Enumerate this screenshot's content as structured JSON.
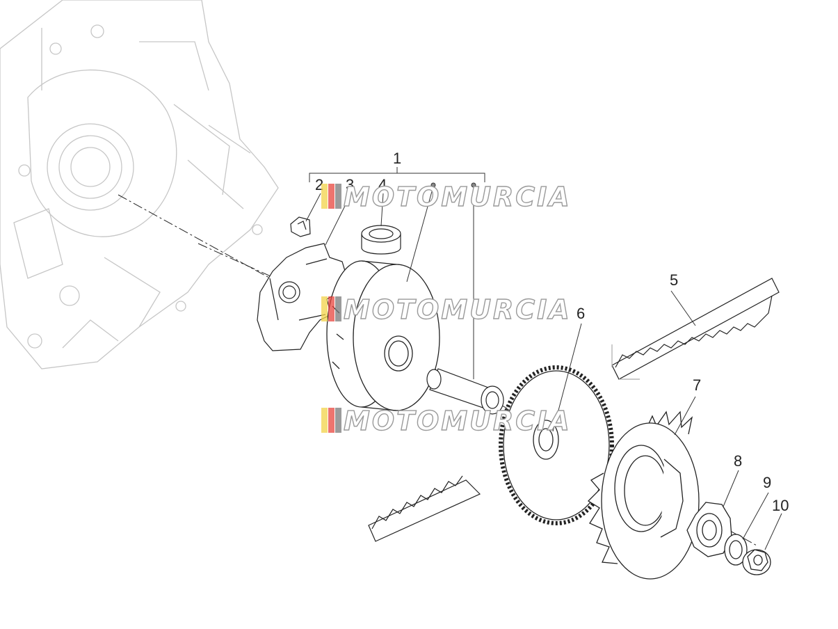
{
  "diagram": {
    "callouts": {
      "c1": "1",
      "c2": "2",
      "c3": "3",
      "c4": "4",
      "c5": "5",
      "c6": "6",
      "c7": "7",
      "c8": "8",
      "c9": "9",
      "c10": "10"
    },
    "watermark": "MOTOMURCIA"
  },
  "colors": {
    "line": "#222222",
    "ghost": "#c4c4c4",
    "watermark_stripes": [
      "#f2d34a",
      "#e8463d",
      "#7a7a7a"
    ]
  }
}
